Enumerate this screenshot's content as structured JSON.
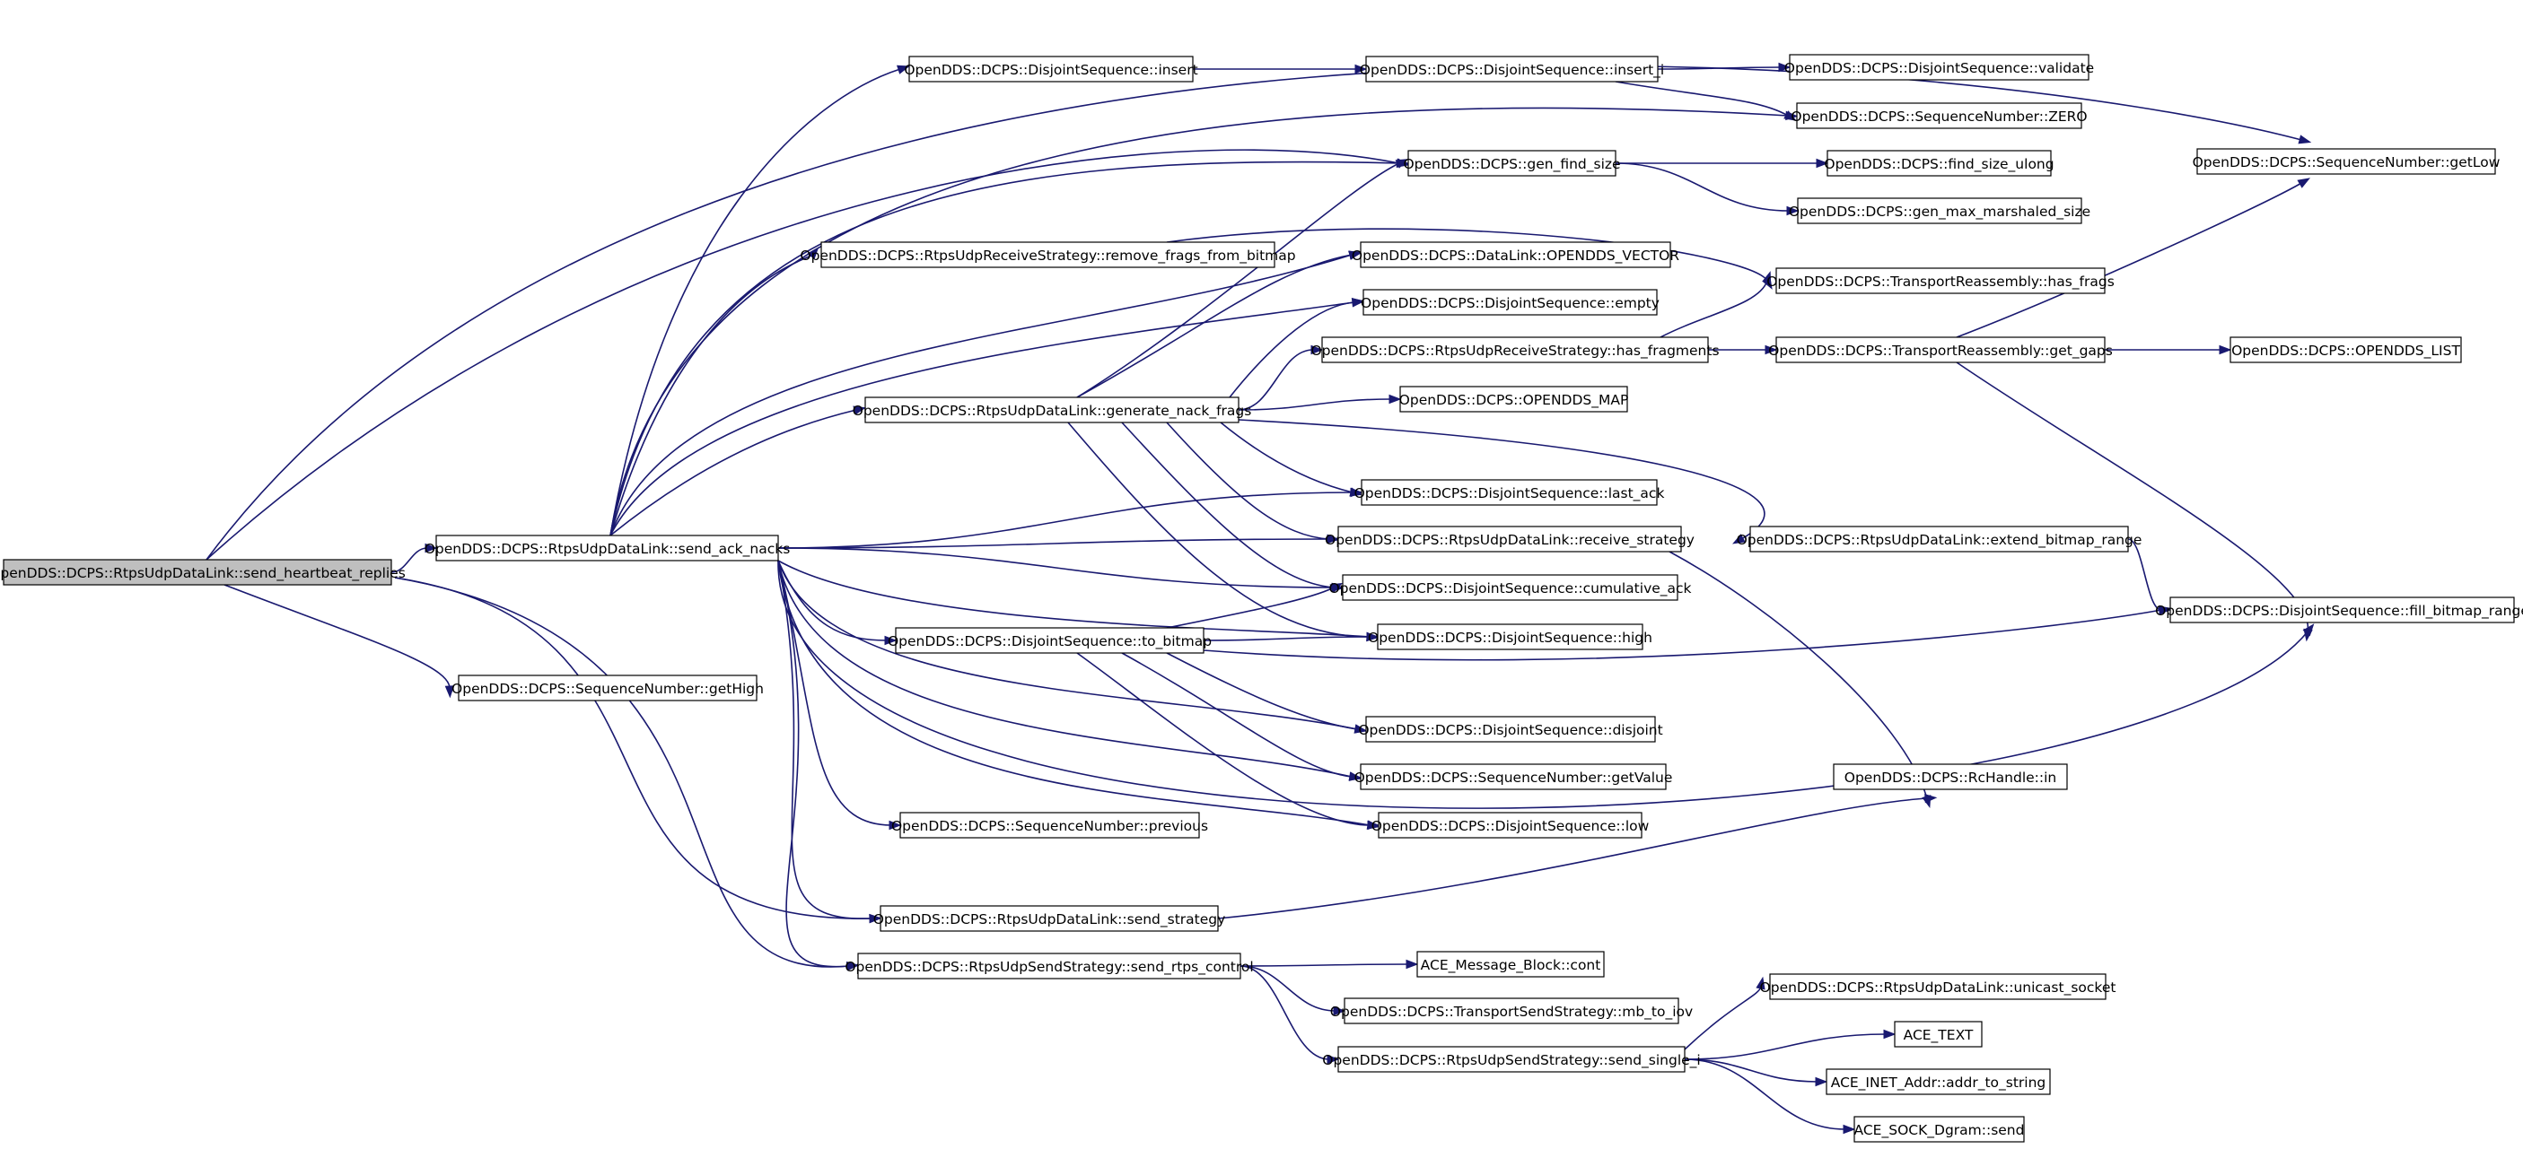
{
  "graph": {
    "nodes": [
      {
        "id": "send_heartbeat_replies",
        "label": "OpenDDS::DCPS::RtpsUdpDataLink::send_heartbeat_replies",
        "root": true
      },
      {
        "id": "send_ack_nacks",
        "label": "OpenDDS::DCPS::RtpsUdpDataLink::send_ack_nacks"
      },
      {
        "id": "sn_getHigh",
        "label": "OpenDDS::DCPS::SequenceNumber::getHigh"
      },
      {
        "id": "ds_insert",
        "label": "OpenDDS::DCPS::DisjointSequence::insert"
      },
      {
        "id": "ds_insert_i",
        "label": "OpenDDS::DCPS::DisjointSequence::insert_i"
      },
      {
        "id": "ds_validate",
        "label": "OpenDDS::DCPS::DisjointSequence::validate"
      },
      {
        "id": "sn_ZERO",
        "label": "OpenDDS::DCPS::SequenceNumber::ZERO"
      },
      {
        "id": "gen_find_size",
        "label": "OpenDDS::DCPS::gen_find_size"
      },
      {
        "id": "find_size_ulong",
        "label": "OpenDDS::DCPS::find_size_ulong"
      },
      {
        "id": "gen_max_marshaled_size",
        "label": "OpenDDS::DCPS::gen_max_marshaled_size"
      },
      {
        "id": "sn_getLow",
        "label": "OpenDDS::DCPS::SequenceNumber::getLow"
      },
      {
        "id": "remove_frags_from_bitmap",
        "label": "OpenDDS::DCPS::RtpsUdpReceiveStrategy::remove_frags_from_bitmap"
      },
      {
        "id": "opendds_vector",
        "label": "OpenDDS::DCPS::DataLink::OPENDDS_VECTOR"
      },
      {
        "id": "has_frags",
        "label": "OpenDDS::DCPS::TransportReassembly::has_frags"
      },
      {
        "id": "ds_empty",
        "label": "OpenDDS::DCPS::DisjointSequence::empty"
      },
      {
        "id": "has_fragments",
        "label": "OpenDDS::DCPS::RtpsUdpReceiveStrategy::has_fragments"
      },
      {
        "id": "get_gaps",
        "label": "OpenDDS::DCPS::TransportReassembly::get_gaps"
      },
      {
        "id": "opendds_list",
        "label": "OpenDDS::DCPS::OPENDDS_LIST"
      },
      {
        "id": "generate_nack_frags",
        "label": "OpenDDS::DCPS::RtpsUdpDataLink::generate_nack_frags"
      },
      {
        "id": "opendds_map",
        "label": "OpenDDS::DCPS::OPENDDS_MAP"
      },
      {
        "id": "ds_last_ack",
        "label": "OpenDDS::DCPS::DisjointSequence::last_ack"
      },
      {
        "id": "receive_strategy",
        "label": "OpenDDS::DCPS::RtpsUdpDataLink::receive_strategy"
      },
      {
        "id": "extend_bitmap_range",
        "label": "OpenDDS::DCPS::RtpsUdpDataLink::extend_bitmap_range"
      },
      {
        "id": "ds_cumulative_ack",
        "label": "OpenDDS::DCPS::DisjointSequence::cumulative_ack"
      },
      {
        "id": "fill_bitmap_range",
        "label": "OpenDDS::DCPS::DisjointSequence::fill_bitmap_range"
      },
      {
        "id": "ds_to_bitmap",
        "label": "OpenDDS::DCPS::DisjointSequence::to_bitmap"
      },
      {
        "id": "ds_high",
        "label": "OpenDDS::DCPS::DisjointSequence::high"
      },
      {
        "id": "ds_disjoint",
        "label": "OpenDDS::DCPS::DisjointSequence::disjoint"
      },
      {
        "id": "sn_getValue",
        "label": "OpenDDS::DCPS::SequenceNumber::getValue"
      },
      {
        "id": "rchandle_in",
        "label": "OpenDDS::DCPS::RcHandle::in"
      },
      {
        "id": "sn_previous",
        "label": "OpenDDS::DCPS::SequenceNumber::previous"
      },
      {
        "id": "ds_low",
        "label": "OpenDDS::DCPS::DisjointSequence::low"
      },
      {
        "id": "send_strategy",
        "label": "OpenDDS::DCPS::RtpsUdpDataLink::send_strategy"
      },
      {
        "id": "send_rtps_control",
        "label": "OpenDDS::DCPS::RtpsUdpSendStrategy::send_rtps_control"
      },
      {
        "id": "mb_cont",
        "label": "ACE_Message_Block::cont"
      },
      {
        "id": "unicast_socket",
        "label": "OpenDDS::DCPS::RtpsUdpDataLink::unicast_socket"
      },
      {
        "id": "mb_to_iov",
        "label": "OpenDDS::DCPS::TransportSendStrategy::mb_to_iov"
      },
      {
        "id": "ace_text",
        "label": "ACE_TEXT"
      },
      {
        "id": "send_single_i",
        "label": "OpenDDS::DCPS::RtpsUdpSendStrategy::send_single_i"
      },
      {
        "id": "addr_to_string",
        "label": "ACE_INET_Addr::addr_to_string"
      },
      {
        "id": "sock_dgram_send",
        "label": "ACE_SOCK_Dgram::send"
      }
    ],
    "edges": [
      [
        "send_heartbeat_replies",
        "send_ack_nacks"
      ],
      [
        "send_heartbeat_replies",
        "sn_getHigh"
      ],
      [
        "send_heartbeat_replies",
        "gen_find_size"
      ],
      [
        "send_heartbeat_replies",
        "sn_getLow"
      ],
      [
        "send_heartbeat_replies",
        "send_strategy"
      ],
      [
        "send_heartbeat_replies",
        "send_rtps_control"
      ],
      [
        "send_ack_nacks",
        "ds_insert"
      ],
      [
        "send_ack_nacks",
        "sn_ZERO"
      ],
      [
        "send_ack_nacks",
        "gen_find_size"
      ],
      [
        "send_ack_nacks",
        "remove_frags_from_bitmap"
      ],
      [
        "send_ack_nacks",
        "opendds_vector"
      ],
      [
        "send_ack_nacks",
        "ds_empty"
      ],
      [
        "send_ack_nacks",
        "generate_nack_frags"
      ],
      [
        "send_ack_nacks",
        "ds_last_ack"
      ],
      [
        "send_ack_nacks",
        "receive_strategy"
      ],
      [
        "send_ack_nacks",
        "ds_cumulative_ack"
      ],
      [
        "send_ack_nacks",
        "ds_to_bitmap"
      ],
      [
        "send_ack_nacks",
        "ds_high"
      ],
      [
        "send_ack_nacks",
        "ds_disjoint"
      ],
      [
        "send_ack_nacks",
        "sn_getValue"
      ],
      [
        "send_ack_nacks",
        "sn_previous"
      ],
      [
        "send_ack_nacks",
        "ds_low"
      ],
      [
        "send_ack_nacks",
        "fill_bitmap_range"
      ],
      [
        "send_ack_nacks",
        "send_strategy"
      ],
      [
        "send_ack_nacks",
        "send_rtps_control"
      ],
      [
        "ds_insert",
        "ds_insert_i"
      ],
      [
        "ds_insert_i",
        "ds_validate"
      ],
      [
        "ds_insert_i",
        "sn_ZERO"
      ],
      [
        "gen_find_size",
        "find_size_ulong"
      ],
      [
        "gen_find_size",
        "gen_max_marshaled_size"
      ],
      [
        "remove_frags_from_bitmap",
        "has_frags"
      ],
      [
        "generate_nack_frags",
        "gen_find_size"
      ],
      [
        "generate_nack_frags",
        "opendds_vector"
      ],
      [
        "generate_nack_frags",
        "ds_empty"
      ],
      [
        "generate_nack_frags",
        "has_fragments"
      ],
      [
        "generate_nack_frags",
        "opendds_map"
      ],
      [
        "generate_nack_frags",
        "ds_last_ack"
      ],
      [
        "generate_nack_frags",
        "receive_strategy"
      ],
      [
        "generate_nack_frags",
        "extend_bitmap_range"
      ],
      [
        "generate_nack_frags",
        "ds_cumulative_ack"
      ],
      [
        "generate_nack_frags",
        "ds_high"
      ],
      [
        "has_fragments",
        "has_frags"
      ],
      [
        "has_fragments",
        "get_gaps"
      ],
      [
        "get_gaps",
        "sn_getLow"
      ],
      [
        "get_gaps",
        "opendds_list"
      ],
      [
        "get_gaps",
        "fill_bitmap_range"
      ],
      [
        "extend_bitmap_range",
        "fill_bitmap_range"
      ],
      [
        "receive_strategy",
        "rchandle_in"
      ],
      [
        "ds_to_bitmap",
        "ds_cumulative_ack"
      ],
      [
        "ds_to_bitmap",
        "ds_high"
      ],
      [
        "ds_to_bitmap",
        "fill_bitmap_range"
      ],
      [
        "ds_to_bitmap",
        "ds_disjoint"
      ],
      [
        "ds_to_bitmap",
        "sn_getValue"
      ],
      [
        "ds_to_bitmap",
        "ds_low"
      ],
      [
        "send_strategy",
        "rchandle_in"
      ],
      [
        "send_rtps_control",
        "mb_cont"
      ],
      [
        "send_rtps_control",
        "mb_to_iov"
      ],
      [
        "send_rtps_control",
        "send_single_i"
      ],
      [
        "send_single_i",
        "unicast_socket"
      ],
      [
        "send_single_i",
        "ace_text"
      ],
      [
        "send_single_i",
        "addr_to_string"
      ],
      [
        "send_single_i",
        "sock_dgram_send"
      ]
    ]
  }
}
